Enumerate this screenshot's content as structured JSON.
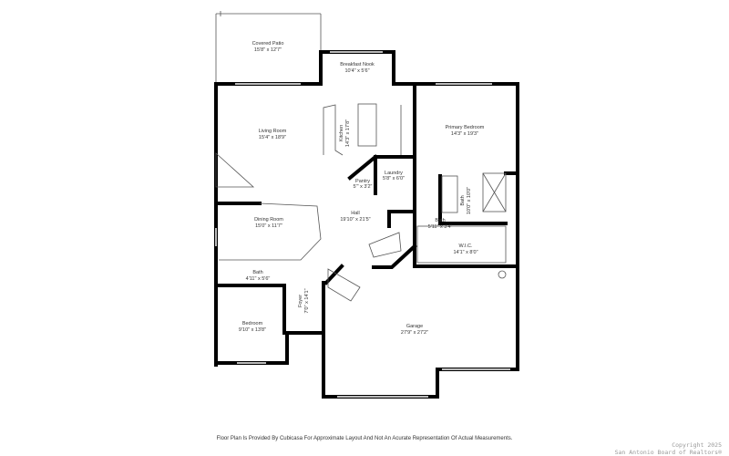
{
  "rooms": [
    {
      "name": "Covered Patio",
      "size": "15'8\" x 12'7\""
    },
    {
      "name": "Breakfast Nook",
      "size": "10'4\" x 5'6\""
    },
    {
      "name": "Living Room",
      "size": "15'4\" x 18'9\""
    },
    {
      "name": "Kitchen",
      "size": "14'3\" x 17'8\""
    },
    {
      "name": "Primary Bedroom",
      "size": "14'3\" x 19'3\""
    },
    {
      "name": "Laundry",
      "size": "5'8\" x 6'0\""
    },
    {
      "name": "Pantry",
      "size": "5'\" x 3'2\""
    },
    {
      "name": "Bath",
      "size": "10'0\" x 10'0\""
    },
    {
      "name": "Dining Room",
      "size": "15'0\" x 11'7\""
    },
    {
      "name": "Hall",
      "size": "19'10\" x 21'5\""
    },
    {
      "name": "Bath",
      "size": "5'11\" x 3'4\""
    },
    {
      "name": "W.I.C.",
      "size": "14'1\" x 8'0\""
    },
    {
      "name": "Bath",
      "size": "4'11\" x 5'6\""
    },
    {
      "name": "Foyer",
      "size": "7'0\" x 14'1\""
    },
    {
      "name": "Bedroom",
      "size": "9'10\" x 13'8\""
    },
    {
      "name": "Garage",
      "size": "27'9\" x 27'2\""
    }
  ],
  "footer": "Floor Plan Is Provided By Cubicasa For Approximate Layout And Not An Acurate Representation Of Actual Measurements.",
  "copyright": [
    "Copyright 2025",
    "San Antonio Board of Realtors®"
  ]
}
